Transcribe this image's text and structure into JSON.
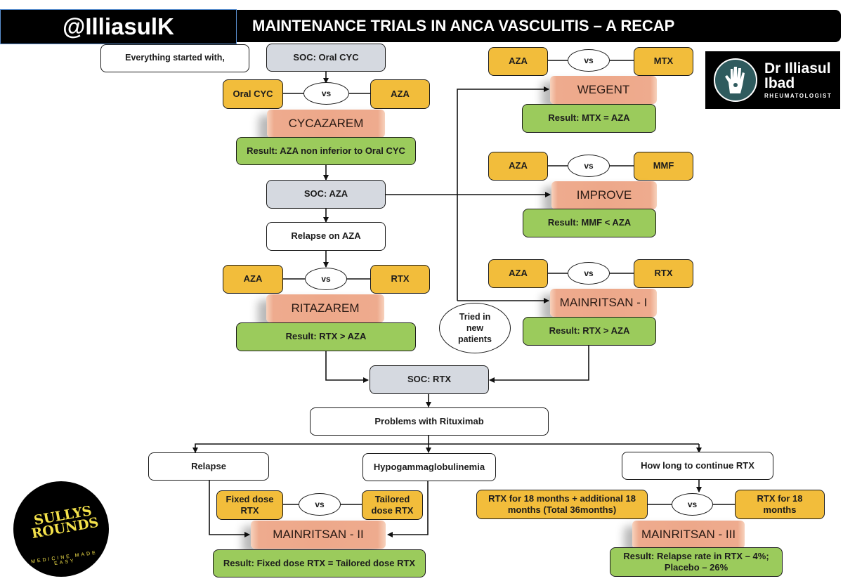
{
  "header": {
    "handle": "@IlliasulK",
    "title": "MAINTENANCE TRIALS IN ANCA VASCULITIS – A RECAP"
  },
  "logos": {
    "doctor": {
      "name_line1": "Dr Illiasul",
      "name_line2": "Ibad",
      "subtitle": "RHEUMATOLOGIST",
      "icon": "hand-joint-icon"
    },
    "sullys": {
      "line1": "SULLYS",
      "line2": "ROUNDS",
      "tagline": "MEDICINE MADE EASY"
    }
  },
  "flow": {
    "intro": "Everything started with,",
    "soc_oral_cyc": "SOC: Oral CYC",
    "cycazarem": {
      "left": "Oral CYC",
      "vs": "vs",
      "right": "AZA",
      "trial": "CYCAZAREM",
      "result": "Result: AZA non inferior to Oral CYC"
    },
    "soc_aza": "SOC: AZA",
    "relapse_on_aza": "Relapse on AZA",
    "ritazarem": {
      "left": "AZA",
      "vs": "vs",
      "right": "RTX",
      "trial": "RITAZAREM",
      "result": "Result: RTX > AZA"
    },
    "tried_new": "Tried in new patients",
    "wegent": {
      "left": "AZA",
      "vs": "vs",
      "right": "MTX",
      "trial": "WEGENT",
      "result": "Result: MTX = AZA"
    },
    "improve": {
      "left": "AZA",
      "vs": "vs",
      "right": "MMF",
      "trial": "IMPROVE",
      "result": "Result: MMF < AZA"
    },
    "mainritsan1": {
      "left": "AZA",
      "vs": "vs",
      "right": "RTX",
      "trial": "MAINRITSAN - I",
      "result": "Result: RTX > AZA"
    },
    "soc_rtx": "SOC: RTX",
    "problems": "Problems with Rituximab",
    "relapse": "Relapse",
    "hypogamma": "Hypogammaglobulinemia",
    "how_long": "How long to continue RTX",
    "mainritsan2": {
      "left": "Fixed dose RTX",
      "vs": "vs",
      "right": "Tailored dose RTX",
      "trial": "MAINRITSAN - II",
      "result": "Result: Fixed dose RTX = Tailored dose RTX"
    },
    "mainritsan3": {
      "left": "RTX for 18 months + additional 18 months (Total 36months)",
      "vs": "vs",
      "right": "RTX for 18 months",
      "trial": "MAINRITSAN - III",
      "result": "Result: Relapse rate in RTX – 4%; Placebo – 26%"
    }
  },
  "colors": {
    "comparator": "#f2bd3b",
    "result": "#9bcb5c",
    "trial": "#eda88a",
    "soc": "#d5d9e0"
  }
}
